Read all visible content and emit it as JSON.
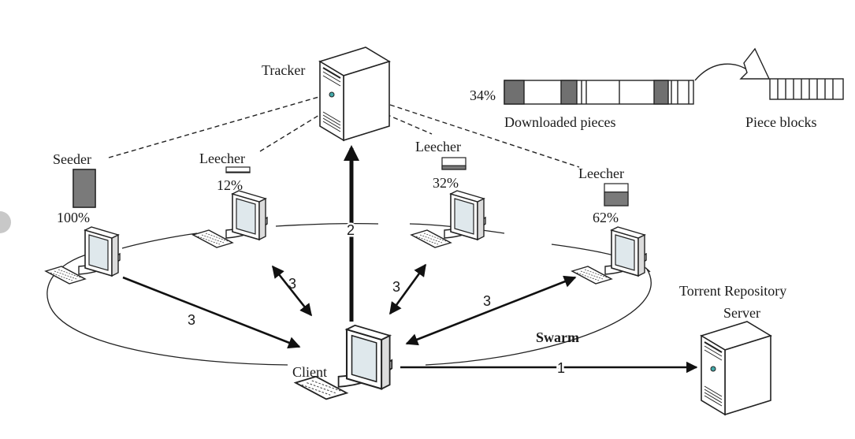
{
  "nodes": {
    "tracker_label": "Tracker",
    "client_label": "Client",
    "repo_label_line1": "Torrent Repository",
    "repo_label_line2": "Server",
    "swarm_label": "Swarm",
    "peers": [
      {
        "role": "Seeder",
        "percent": "100%",
        "progress": 1.0
      },
      {
        "role": "Leecher",
        "percent": "12%",
        "progress": 0.12
      },
      {
        "role": "Leecher",
        "percent": "32%",
        "progress": 0.32
      },
      {
        "role": "Leecher",
        "percent": "62%",
        "progress": 0.62
      }
    ]
  },
  "legend": {
    "downloaded_percent": "34%",
    "downloaded_label": "Downloaded pieces",
    "blocks_label": "Piece blocks"
  },
  "edges": {
    "client_to_repo": "1",
    "client_to_tracker": "2",
    "peer_exchange": "3"
  },
  "colors": {
    "line": "#111111",
    "piece_fill": "#707070",
    "progress_fill": "#7a7a7a",
    "screen": "#dfe8ec"
  },
  "icons": {
    "server": "server-tower-icon",
    "computer": "desktop-computer-icon",
    "keyboard": "keyboard-icon"
  }
}
